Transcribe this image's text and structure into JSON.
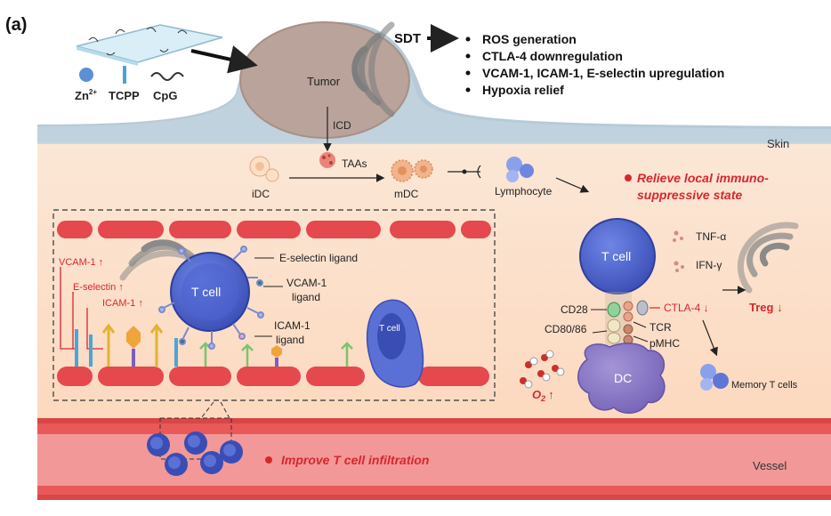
{
  "panel_label": "(a)",
  "legend": {
    "zn": "Zn",
    "zn_sup": "2+",
    "tcpp": "TCPP",
    "cpg": "CpG"
  },
  "tumor": "Tumor",
  "skin": "Skin",
  "vessel": "Vessel",
  "icd": "ICD",
  "sdt": {
    "label": "SDT",
    "effects": [
      "ROS generation",
      "CTLA-4 downregulation",
      "VCAM-1, ICAM-1, E-selectin upregulation",
      "Hypoxia relief"
    ]
  },
  "pathway": {
    "idc": "iDC",
    "taas": "TAAs",
    "mdc": "mDC",
    "lymphocyte": "Lymphocyte"
  },
  "headline_right": {
    "line1": "Relieve local immuno-",
    "line2": "suppressive state"
  },
  "headline_bottom": "Improve T cell infiltration",
  "inset": {
    "tcell_main": "T cell",
    "tcell_small": "T cell",
    "vcam_up": "VCAM-1 ↑",
    "eselectin_up": "E-selectin ↑",
    "icam_up": "ICAM-1 ↑",
    "e_selectin_ligand": "E-selectin ligand",
    "vcam_ligand_l1": "VCAM-1",
    "vcam_ligand_l2": "ligand",
    "icam_ligand_l1": "ICAM-1",
    "icam_ligand_l2": "ligand"
  },
  "right_panel": {
    "tcell": "T cell",
    "dc": "DC",
    "tnf": "TNF-α",
    "ifn": "IFN-γ",
    "ctla4": "CTLA-4 ↓",
    "treg": "Treg ↓",
    "cd28": "CD28",
    "tcr": "TCR",
    "cd80": "CD80/86",
    "pmhc": "pMHC",
    "memory": "Memory T cells",
    "o2": "O",
    "o2_sub": "2",
    "o2_arrow": "↑"
  },
  "colors": {
    "skin": "#aec5d6",
    "tissue": "#fde5cf",
    "vessel": "#e9595a",
    "vessel_inner": "#f29898",
    "tcell": "#4a5fc7",
    "dc": "#8a78c6",
    "red_text": "#d9262e"
  }
}
